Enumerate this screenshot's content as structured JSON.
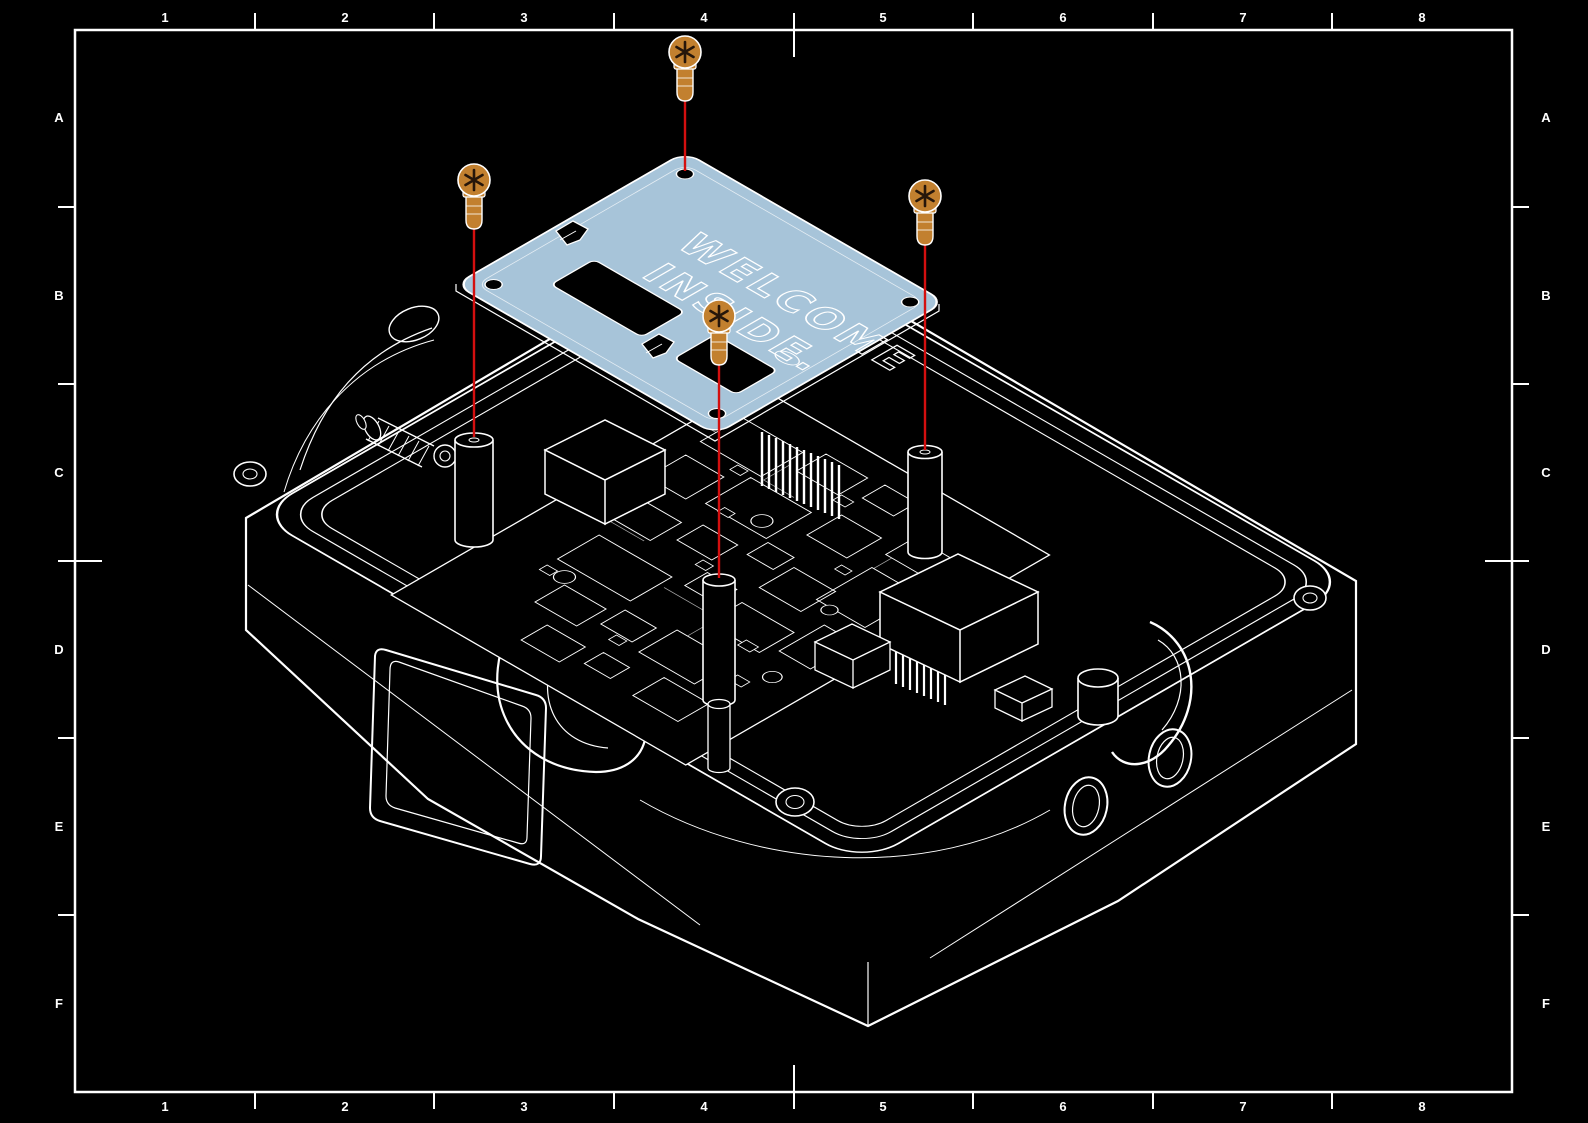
{
  "sheet": {
    "background_color": "#000000",
    "line_color": "#ffffff",
    "grid": {
      "cols": [
        "1",
        "2",
        "3",
        "4",
        "5",
        "6",
        "7",
        "8"
      ],
      "rows": [
        "A",
        "B",
        "C",
        "D",
        "E",
        "F"
      ]
    }
  },
  "assembly": {
    "cover_plate": {
      "engraving_line1": "WELCOME",
      "engraving_line2": "INSIDE.",
      "fill_color": "#a7c4d9"
    },
    "screws": {
      "count": 4,
      "fill_color": "#c2802f"
    },
    "guides": {
      "line_color": "#d40f0f"
    }
  }
}
